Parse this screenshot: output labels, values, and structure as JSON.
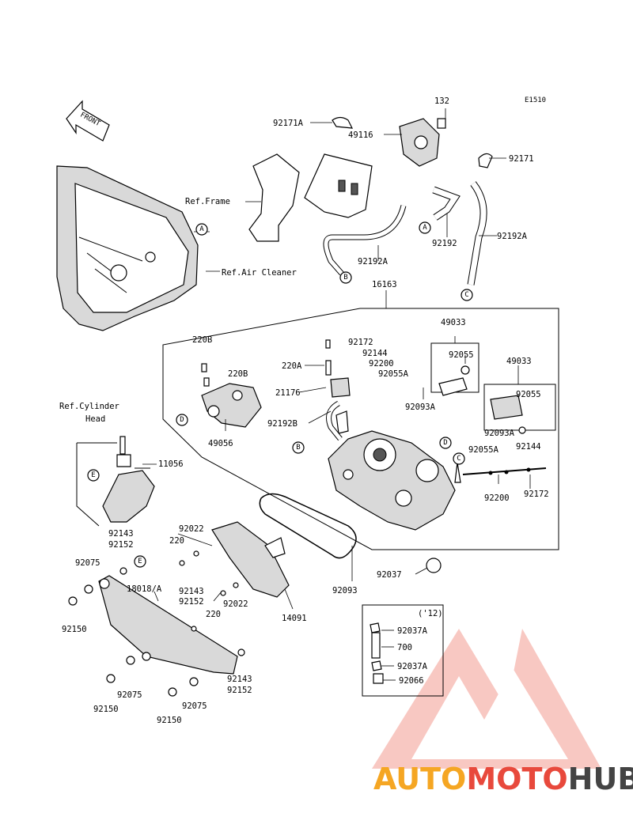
{
  "diagram_code": "E1510",
  "front_arrow": "FRONT",
  "ref_labels": {
    "frame": "Ref.Frame",
    "air_cleaner": "Ref.Air Cleaner",
    "cylinder_head_1": "Ref.Cylinder",
    "cylinder_head_2": "Head"
  },
  "year_note": "('12)",
  "callouts": [
    "A",
    "B",
    "C",
    "D",
    "E"
  ],
  "parts": {
    "p132": "132",
    "p92171A": "92171A",
    "p49116": "49116",
    "p92171": "92171",
    "p92192": "92192",
    "p92192A_r": "92192A",
    "p92192A_l": "92192A",
    "p16163": "16163",
    "p92172_top": "92172",
    "p92144_top": "92144",
    "p92200_top": "92200",
    "p92055A_top": "92055A",
    "p220A": "220A",
    "p21176": "21176",
    "p92192B": "92192B",
    "p49033_a": "49033",
    "p92055_a": "92055",
    "p92093A_a": "92093A",
    "p49033_b": "49033",
    "p92055_b": "92055",
    "p92093A_b": "92093A",
    "p92055A_r": "92055A",
    "p92144_r": "92144",
    "p92200_r": "92200",
    "p92172_r": "92172",
    "p220B_a": "220B",
    "p220B_b": "220B",
    "p49056": "49056",
    "p11056": "11056",
    "p92022_a": "92022",
    "p220_a": "220",
    "p92143_a": "92143",
    "p92152_a": "92152",
    "p92075_a": "92075",
    "p18018A": "18018/A",
    "p92143_b": "92143",
    "p92152_b": "92152",
    "p220_b": "220",
    "p92022_b": "92022",
    "p14091": "14091",
    "p92093": "92093",
    "p92037": "92037",
    "p92150_a": "92150",
    "p92037A_a": "92037A",
    "p700": "700",
    "p92037A_b": "92037A",
    "p92066": "92066",
    "p92143_c": "92143",
    "p92152_c": "92152",
    "p92075_b": "92075",
    "p92150_b": "92150",
    "p92075_c": "92075",
    "p92150_c": "92150"
  },
  "watermark": {
    "part1": "AUTO",
    "part2": "MOTO",
    "part3": "HUB",
    "color1": "#f5a623",
    "color2": "#e8493c",
    "color3": "#444444"
  }
}
